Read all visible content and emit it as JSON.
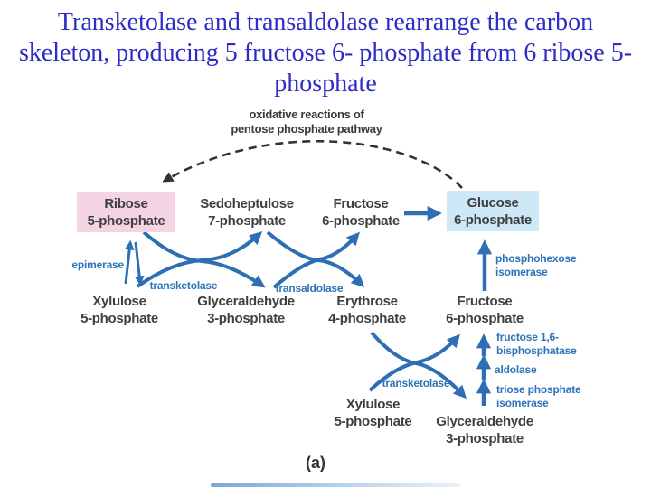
{
  "title": {
    "lines": {
      "l1": "Transketolase and transaldolase rearrange the",
      "l2": "carbon skeleton, producing 5 fructose 6-",
      "l3": "phosphate from 6 ribose 5-phosphate"
    }
  },
  "diagram": {
    "annotation": {
      "line1": "oxidative reactions of",
      "line2": "pentose phosphate pathway"
    },
    "metabolites": {
      "ribose5p": {
        "line1": "Ribose",
        "line2": "5-phosphate"
      },
      "sedoheptulose7p": {
        "line1": "Sedoheptulose",
        "line2": "7-phosphate"
      },
      "fructose6p_top": {
        "line1": "Fructose",
        "line2": "6-phosphate"
      },
      "glucose6p": {
        "line1": "Glucose",
        "line2": "6-phosphate"
      },
      "xylulose5p_left": {
        "line1": "Xylulose",
        "line2": "5-phosphate"
      },
      "glyceraldehyde3p_mid": {
        "line1": "Glyceraldehyde",
        "line2": "3-phosphate"
      },
      "erythrose4p": {
        "line1": "Erythrose",
        "line2": "4-phosphate"
      },
      "fructose6p_mid": {
        "line1": "Fructose",
        "line2": "6-phosphate"
      },
      "xylulose5p_bottom": {
        "line1": "Xylulose",
        "line2": "5-phosphate"
      },
      "glyceraldehyde3p_bot": {
        "line1": "Glyceraldehyde",
        "line2": "3-phosphate"
      }
    },
    "enzymes": {
      "epimerase": "epimerase",
      "transketolase1": "transketolase",
      "transaldolase": "transaldolase",
      "phosphohexose_isomerase": {
        "line1": "phosphohexose",
        "line2": "isomerase"
      },
      "fructose_bisphosphatase": {
        "line1": "fructose 1,6-",
        "line2": "bisphosphatase"
      },
      "aldolase": "aldolase",
      "triose_phosphate_isomerase": {
        "line1": "triose phosphate",
        "line2": "isomerase"
      },
      "transketolase2": "transketolase"
    },
    "panel_label": "(a)"
  },
  "colors": {
    "title_blue": "#2b2dc5",
    "arrow_blue": "#2e6fb3",
    "enzyme_blue": "#2e74b8",
    "text_dark": "#3f3f3f",
    "pink_box": "#f4d4e3",
    "blue_box": "#cde8f6",
    "dashed_arc": "#333333"
  }
}
